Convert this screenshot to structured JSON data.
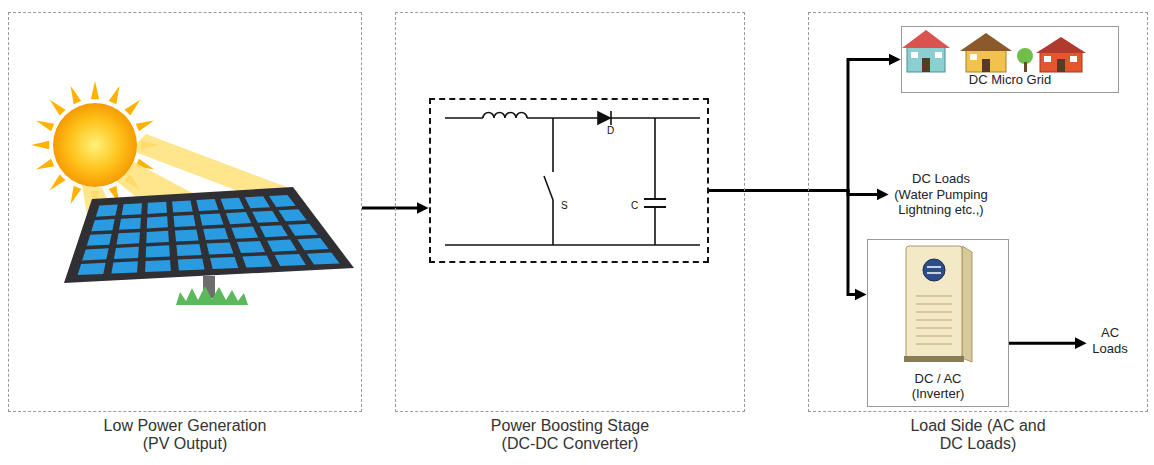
{
  "diagram": {
    "nodes": [
      {
        "text": [
          "Low Power Generation (PV Output)"
        ]
      },
      {
        "text": [
          "Power Boosting Stage (DC-DC Converter)"
        ]
      },
      {
        "text": [
          "D",
          "S",
          "C"
        ],
        "in": 1
      },
      {
        "text": [
          "Load Side (AC and DC Loads)"
        ]
      },
      {
        "text": [
          "DC Micro Grid"
        ],
        "in": 3
      },
      {
        "text": [
          "DC Loads (Water Pumping Lightning etc.,)"
        ],
        "in": 3
      },
      {
        "text": [
          "DC / AC (Inverter)"
        ],
        "in": 3
      },
      {
        "text": [
          "AC Loads"
        ],
        "in": 3
      }
    ],
    "edges": [
      {
        "from": 0,
        "to": 2,
        "arrow": "to"
      },
      {
        "from": 2,
        "to": 4,
        "arrow": "to"
      },
      {
        "from": 2,
        "to": 5,
        "arrow": "to"
      },
      {
        "from": 2,
        "to": 6,
        "arrow": "to"
      },
      {
        "from": 6,
        "to": 7,
        "arrow": "to"
      }
    ]
  }
}
